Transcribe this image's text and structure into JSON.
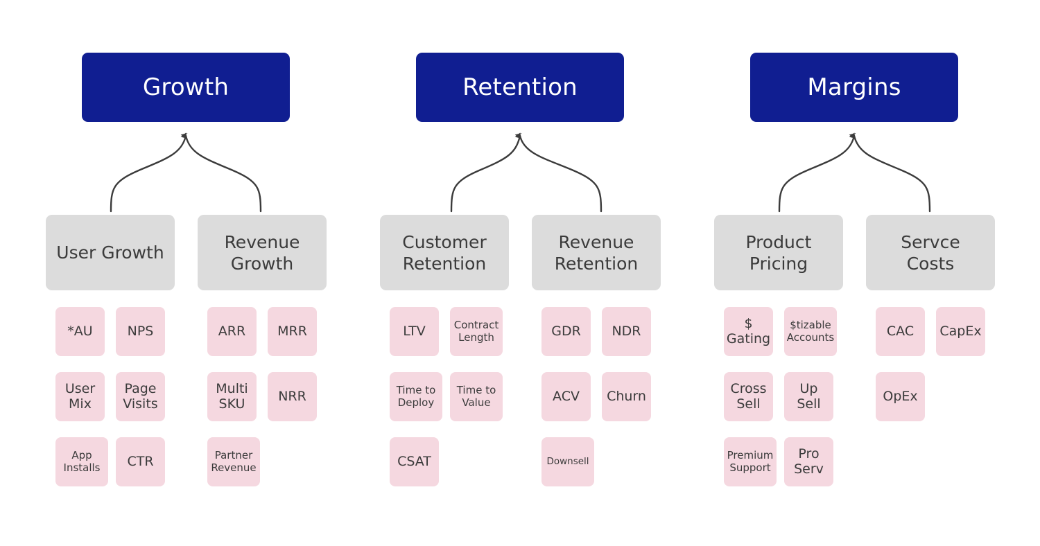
{
  "meta": {
    "title": "Growth / Retention / Margins metrics tree",
    "background": "#ffffff"
  },
  "colors": {
    "top_box_fill": "#101E91",
    "top_box_text": "#ffffff",
    "mid_box_fill": "#DCDCDC",
    "mid_box_text": "#3b3b3b",
    "leaf_box_fill": "#F5D8E0",
    "leaf_box_text": "#3b3b3b",
    "connector_stroke": "#3b3b3b"
  },
  "chart_data": {
    "type": "diagram",
    "title": "Growth / Retention / Margins metrics tree",
    "layout": "three pillars, each: one top node with curved arrows up from two mid nodes, each mid node above a grid of leaf metric tiles",
    "pillars": [
      {
        "id": "growth",
        "top": "Growth",
        "branches": [
          {
            "name": "User Growth",
            "leaves": [
              "*AU",
              "NPS",
              "User Mix",
              "Page Visits",
              "App Installs",
              "CTR"
            ]
          },
          {
            "name": "Revenue Growth",
            "leaves": [
              "ARR",
              "MRR",
              "Multi SKU",
              "NRR",
              "Partner Revenue"
            ]
          }
        ]
      },
      {
        "id": "retention",
        "top": "Retention",
        "branches": [
          {
            "name": "Customer Retention",
            "leaves": [
              "LTV",
              "Contract Length",
              "Time to Deploy",
              "Time to Value",
              "CSAT"
            ]
          },
          {
            "name": "Revenue Retention",
            "leaves": [
              "GDR",
              "NDR",
              "ACV",
              "Churn",
              "Downsell"
            ]
          }
        ]
      },
      {
        "id": "margins",
        "top": "Margins",
        "branches": [
          {
            "name": "Product Pricing",
            "leaves": [
              "$ Gating",
              "$tizable Accounts",
              "Cross Sell",
              "Up Sell",
              "Premium Support",
              "Pro Serv"
            ]
          },
          {
            "name": "Servce Costs",
            "leaves": [
              "CAC",
              "CapEx",
              "OpEx"
            ]
          }
        ]
      }
    ]
  },
  "pillars": [
    {
      "id": "growth",
      "top_label": "Growth",
      "mid_left": "User Growth",
      "mid_right": "Revenue Growth",
      "leaves_left": [
        [
          {
            "text": "*AU",
            "size": "md"
          },
          {
            "text": "NPS",
            "size": "md"
          }
        ],
        [
          {
            "text": "User\nMix",
            "size": "md"
          },
          {
            "text": "Page\nVisits",
            "size": "md"
          }
        ],
        [
          {
            "text": "App\nInstalls",
            "size": "sm"
          },
          {
            "text": "CTR",
            "size": "md"
          }
        ]
      ],
      "leaves_right": [
        [
          {
            "text": "ARR",
            "size": "md"
          },
          {
            "text": "MRR",
            "size": "md"
          }
        ],
        [
          {
            "text": "Multi\nSKU",
            "size": "md"
          },
          {
            "text": "NRR",
            "size": "md"
          }
        ],
        [
          {
            "text": "Partner\nRevenue",
            "size": "sm"
          },
          null
        ]
      ]
    },
    {
      "id": "retention",
      "top_label": "Retention",
      "mid_left": "Customer\nRetention",
      "mid_right": "Revenue\nRetention",
      "leaves_left": [
        [
          {
            "text": "LTV",
            "size": "md"
          },
          {
            "text": "Contract\nLength",
            "size": "sm"
          }
        ],
        [
          {
            "text": "Time to\nDeploy",
            "size": "sm"
          },
          {
            "text": "Time to\nValue",
            "size": "sm"
          }
        ],
        [
          {
            "text": "CSAT",
            "size": "md"
          },
          null
        ]
      ],
      "leaves_right": [
        [
          {
            "text": "GDR",
            "size": "md"
          },
          {
            "text": "NDR",
            "size": "md"
          }
        ],
        [
          {
            "text": "ACV",
            "size": "md"
          },
          {
            "text": "Churn",
            "size": "md"
          }
        ],
        [
          {
            "text": "Downsell",
            "size": "xs"
          },
          null
        ]
      ]
    },
    {
      "id": "margins",
      "top_label": "Margins",
      "mid_left": "Product\nPricing",
      "mid_right": "Servce\nCosts",
      "leaves_left": [
        [
          {
            "text": "$\nGating",
            "size": "md"
          },
          {
            "text": "$tizable\nAccounts",
            "size": "sm"
          }
        ],
        [
          {
            "text": "Cross\nSell",
            "size": "md"
          },
          {
            "text": "Up\nSell",
            "size": "md"
          }
        ],
        [
          {
            "text": "Premium\nSupport",
            "size": "sm"
          },
          {
            "text": "Pro\nServ",
            "size": "md"
          }
        ]
      ],
      "leaves_right": [
        [
          {
            "text": "CAC",
            "size": "md"
          },
          {
            "text": "CapEx",
            "size": "md"
          }
        ],
        [
          {
            "text": "OpEx",
            "size": "md"
          },
          null
        ],
        [
          null,
          null
        ]
      ]
    }
  ]
}
